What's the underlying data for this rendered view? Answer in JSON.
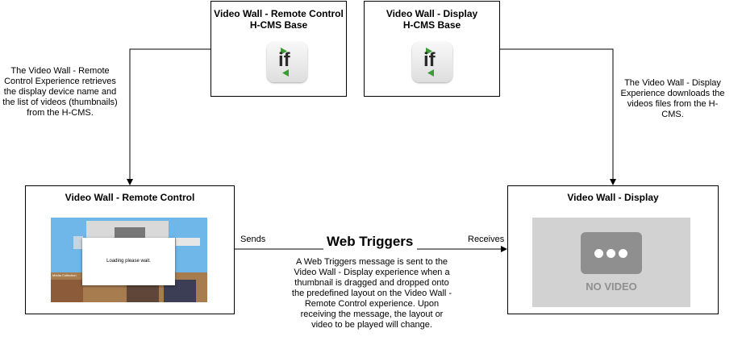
{
  "boxes": {
    "rc_base": {
      "title_line1": "Video Wall - Remote Control",
      "title_line2": "H-CMS Base",
      "logo_text": "if"
    },
    "display_base": {
      "title_line1": "Video Wall - Display",
      "title_line2": "H-CMS Base",
      "logo_text": "if"
    },
    "remote_control": {
      "title": "Video Wall - Remote Control",
      "loading_text": "Loading please wait.",
      "media_label": "Media Collection"
    },
    "display": {
      "title": "Video Wall - Display",
      "no_video_text": "NO VIDEO"
    }
  },
  "notes": {
    "left": "The Video Wall - Remote Control Experience retrieves the display device name and the list of videos (thumbnails) from the H-CMS.",
    "right": "The Video Wall - Display Experience downloads the videos files from the H-CMS."
  },
  "edges": {
    "sends": "Sends",
    "receives": "Receives"
  },
  "web_triggers": {
    "title": "Web Triggers",
    "description": "A Web Triggers message is sent to the Video Wall - Display experience when a thumbnail is dragged and dropped onto the predefined layout on the Video Wall - Remote Control experience. Upon receiving the message, the layout or video to be played will change."
  },
  "colors": {
    "logo_green": "#3d9b35",
    "screen_blue": "#6fb7e8",
    "no_video_bg": "#d2d2d2",
    "no_video_icon": "#8f8f8f"
  }
}
